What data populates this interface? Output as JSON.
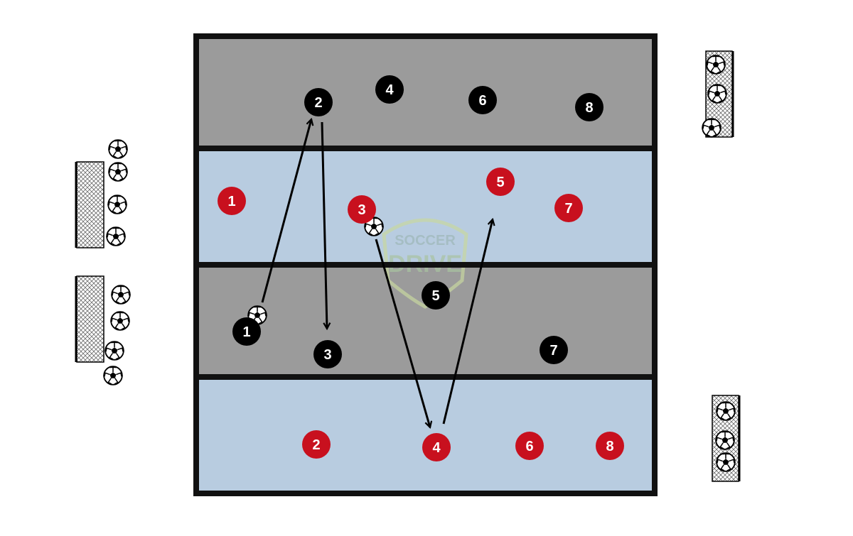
{
  "diagram": {
    "colors": {
      "zone_grey": "#9b9b9b",
      "zone_blue": "#b8cce0",
      "border": "#111111",
      "team_black": "#000000",
      "team_red": "#c8101e",
      "player_number": "#ffffff",
      "arrow": "#000000",
      "watermark": "#c8d8a0"
    },
    "watermark": {
      "line1": "SOCCER",
      "line2": "DRIVE"
    },
    "zones": [
      {
        "id": "zone-1",
        "fill": "grey"
      },
      {
        "id": "zone-2",
        "fill": "blue"
      },
      {
        "id": "zone-3",
        "fill": "grey"
      },
      {
        "id": "zone-4",
        "fill": "blue"
      }
    ],
    "black_players": [
      {
        "number": "2"
      },
      {
        "number": "4"
      },
      {
        "number": "6"
      },
      {
        "number": "8"
      },
      {
        "number": "5"
      },
      {
        "number": "1"
      },
      {
        "number": "3"
      },
      {
        "number": "7"
      }
    ],
    "red_players": [
      {
        "number": "1"
      },
      {
        "number": "3"
      },
      {
        "number": "5"
      },
      {
        "number": "7"
      },
      {
        "number": "2"
      },
      {
        "number": "4"
      },
      {
        "number": "6"
      },
      {
        "number": "8"
      }
    ],
    "goals": [
      {
        "id": "goal-left-top"
      },
      {
        "id": "goal-left-bottom"
      },
      {
        "id": "goal-right-top"
      },
      {
        "id": "goal-right-bottom"
      }
    ],
    "arrows": [
      {
        "id": "pass-black1-to-black2"
      },
      {
        "id": "run-black2-down"
      },
      {
        "id": "pass-red3-to-red4"
      },
      {
        "id": "pass-red4-to-red5"
      }
    ],
    "icons": [
      "soccer-ball-icon",
      "goal-net-icon",
      "arrow-icon"
    ]
  }
}
